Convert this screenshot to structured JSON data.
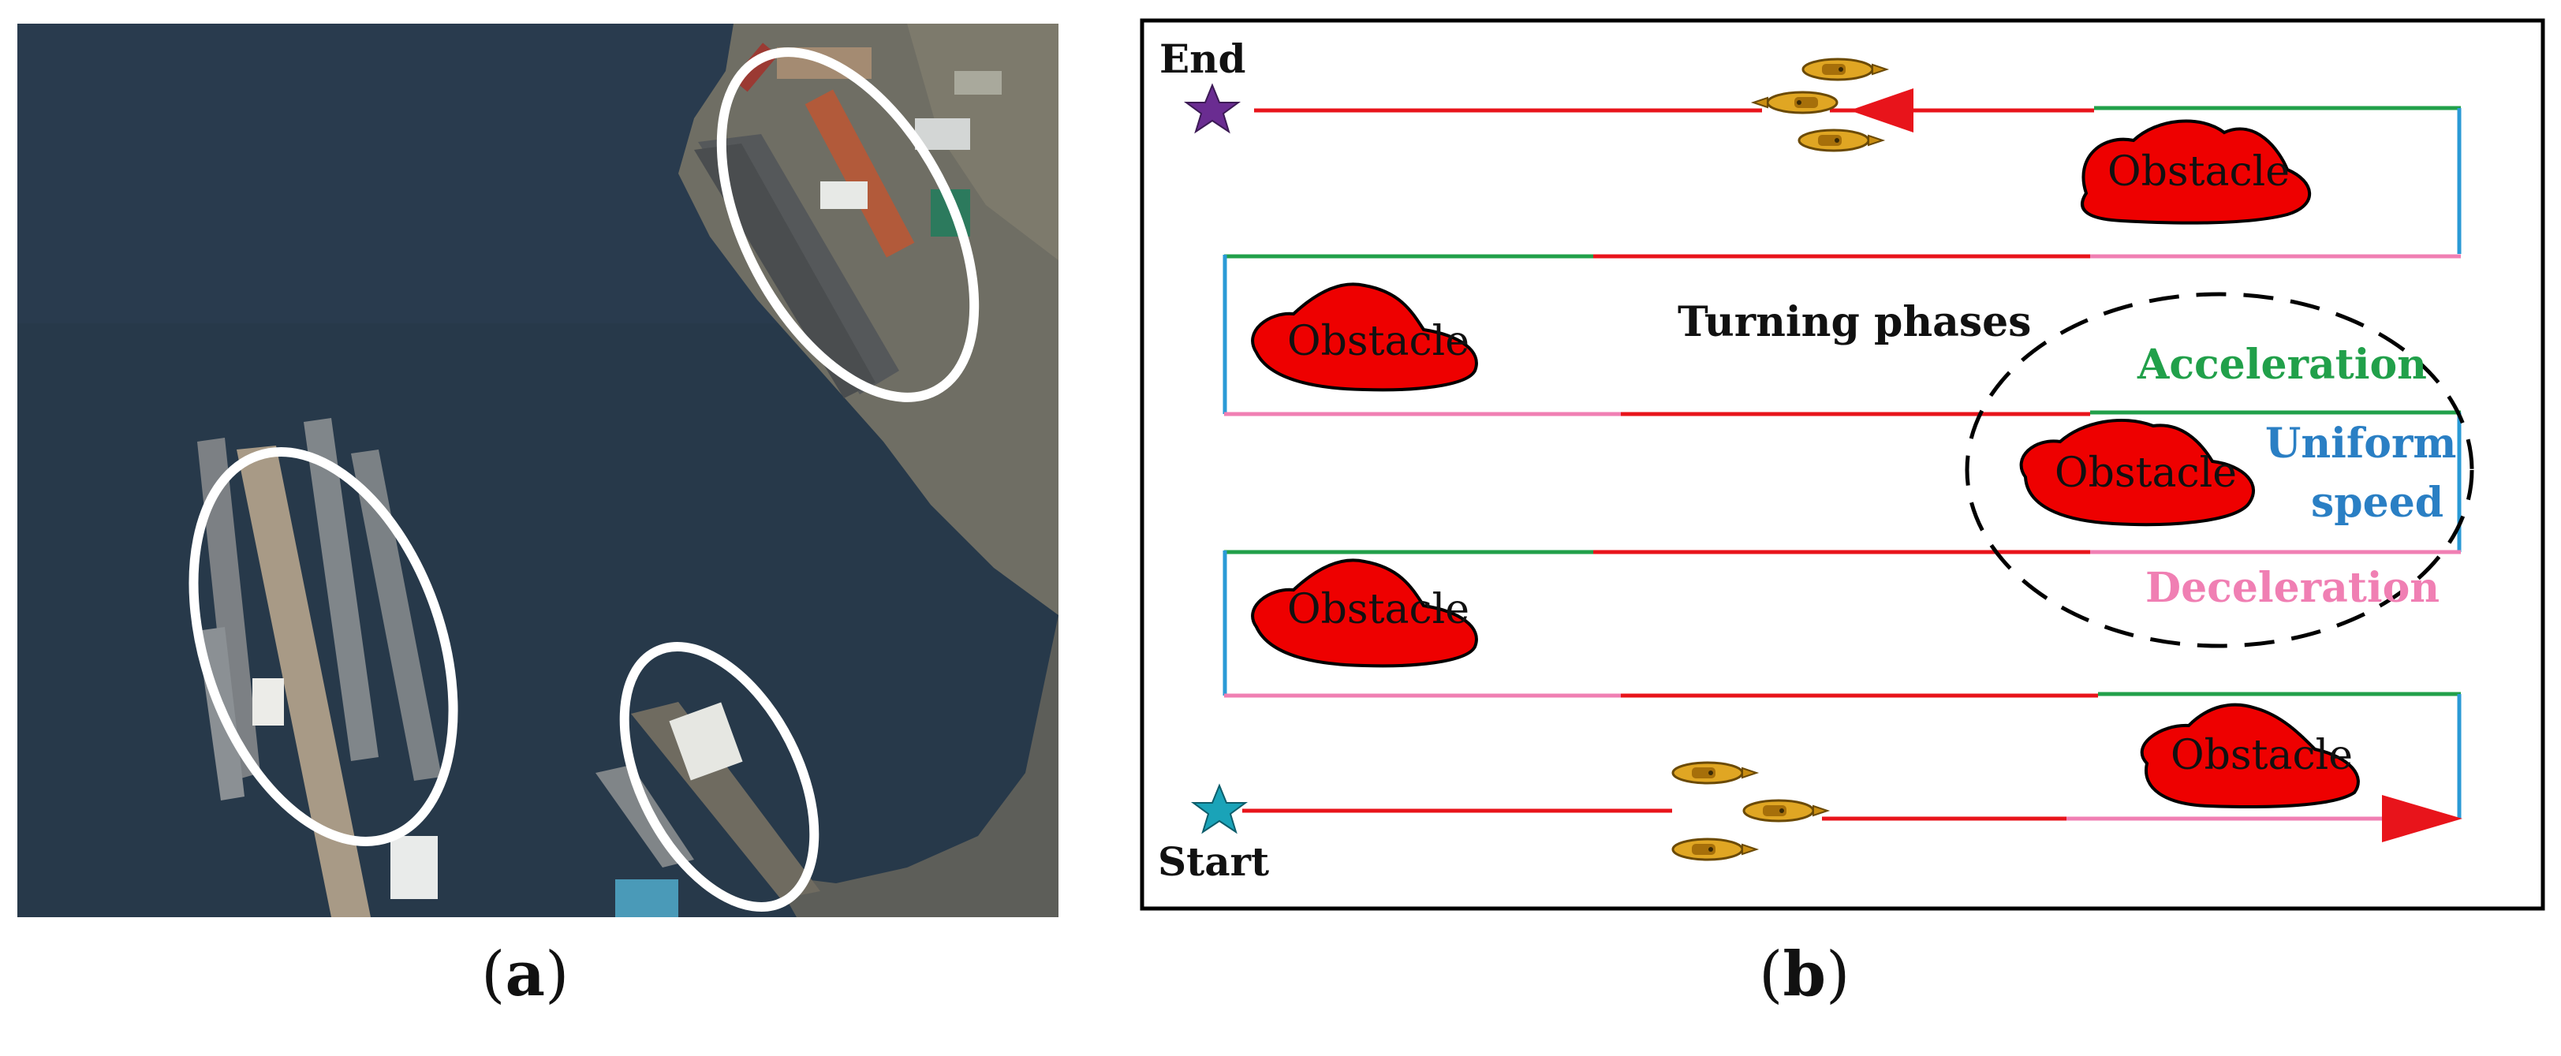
{
  "panel_a": {
    "caption_open": "(",
    "caption_letter": "a",
    "caption_close": ")",
    "colors": {
      "water": "#27394a",
      "land": "#6f6e64",
      "ring": "#ffffff"
    }
  },
  "panel_b": {
    "caption_open": "(",
    "caption_letter": "b",
    "caption_close": ")",
    "end_label": "End",
    "start_label": "Start",
    "obstacle_label": "Obstacle",
    "turning_phases_label": "Turning phases",
    "acceleration_label": "Acceleration",
    "uniform_label_line1": "Uniform",
    "uniform_label_line2": "speed",
    "deceleration_label": "Deceleration",
    "colors": {
      "path": "#e8141b",
      "acceleration": "#21a04a",
      "uniform": "#2a9ad6",
      "deceleration": "#f07fb3",
      "obstacle": "#ee0000",
      "end_star": "#6a2c91",
      "start_star": "#1aa3b8",
      "boat": "#e0a623"
    },
    "icons": [
      "star-icon",
      "boat-icon",
      "arrow-head-icon"
    ]
  }
}
